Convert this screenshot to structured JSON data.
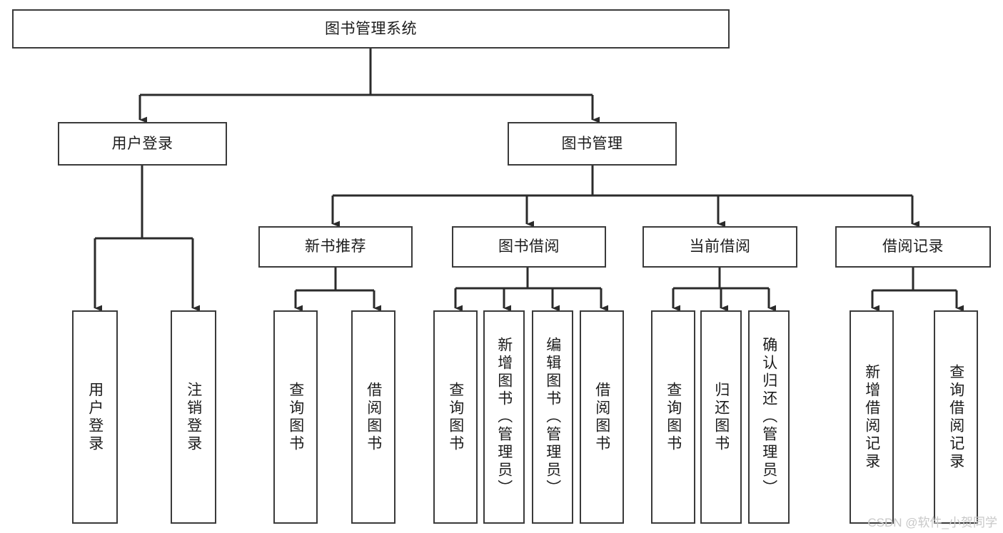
{
  "diagram": {
    "title": "图书管理系统",
    "type": "hierarchy-tree",
    "background_color": "#ffffff",
    "box_border_color": "#3a3a3a",
    "connector_color": "#2b2b2b",
    "text_color": "#1c1c1c"
  },
  "nodes": {
    "root": {
      "label": "图书管理系统",
      "level": 1
    },
    "level2": [
      {
        "id": "user-login",
        "label": "用户登录"
      },
      {
        "id": "book-management",
        "label": "图书管理"
      }
    ],
    "level3": [
      {
        "id": "new-book-recommend",
        "label": "新书推荐"
      },
      {
        "id": "book-borrow",
        "label": "图书借阅"
      },
      {
        "id": "current-borrow",
        "label": "当前借阅"
      },
      {
        "id": "borrow-record",
        "label": "借阅记录"
      }
    ],
    "leaves": [
      {
        "id": "leaf-user-login",
        "label": "用户登录",
        "parent": "user-login"
      },
      {
        "id": "leaf-logout-login",
        "label": "注销登录",
        "parent": "user-login"
      },
      {
        "id": "leaf-query-book-1",
        "label": "查询图书",
        "parent": "new-book-recommend"
      },
      {
        "id": "leaf-borrow-book-1",
        "label": "借阅图书",
        "parent": "new-book-recommend"
      },
      {
        "id": "leaf-query-book-2",
        "label": "查询图书",
        "parent": "book-borrow"
      },
      {
        "id": "leaf-add-book",
        "label": "新增图书（管理员）",
        "parent": "book-borrow"
      },
      {
        "id": "leaf-edit-book",
        "label": "编辑图书（管理员）",
        "parent": "book-borrow"
      },
      {
        "id": "leaf-borrow-book-2",
        "label": "借阅图书",
        "parent": "book-borrow"
      },
      {
        "id": "leaf-query-book-3",
        "label": "查询图书",
        "parent": "current-borrow"
      },
      {
        "id": "leaf-return-book",
        "label": "归还图书",
        "parent": "current-borrow"
      },
      {
        "id": "leaf-confirm-return",
        "label": "确认归还（管理员）",
        "parent": "current-borrow"
      },
      {
        "id": "leaf-add-record",
        "label": "新增借阅记录",
        "parent": "borrow-record"
      },
      {
        "id": "leaf-query-record",
        "label": "查询借阅记录",
        "parent": "borrow-record"
      }
    ]
  },
  "watermark": {
    "text": "CSDN @软件_小贺同学"
  }
}
